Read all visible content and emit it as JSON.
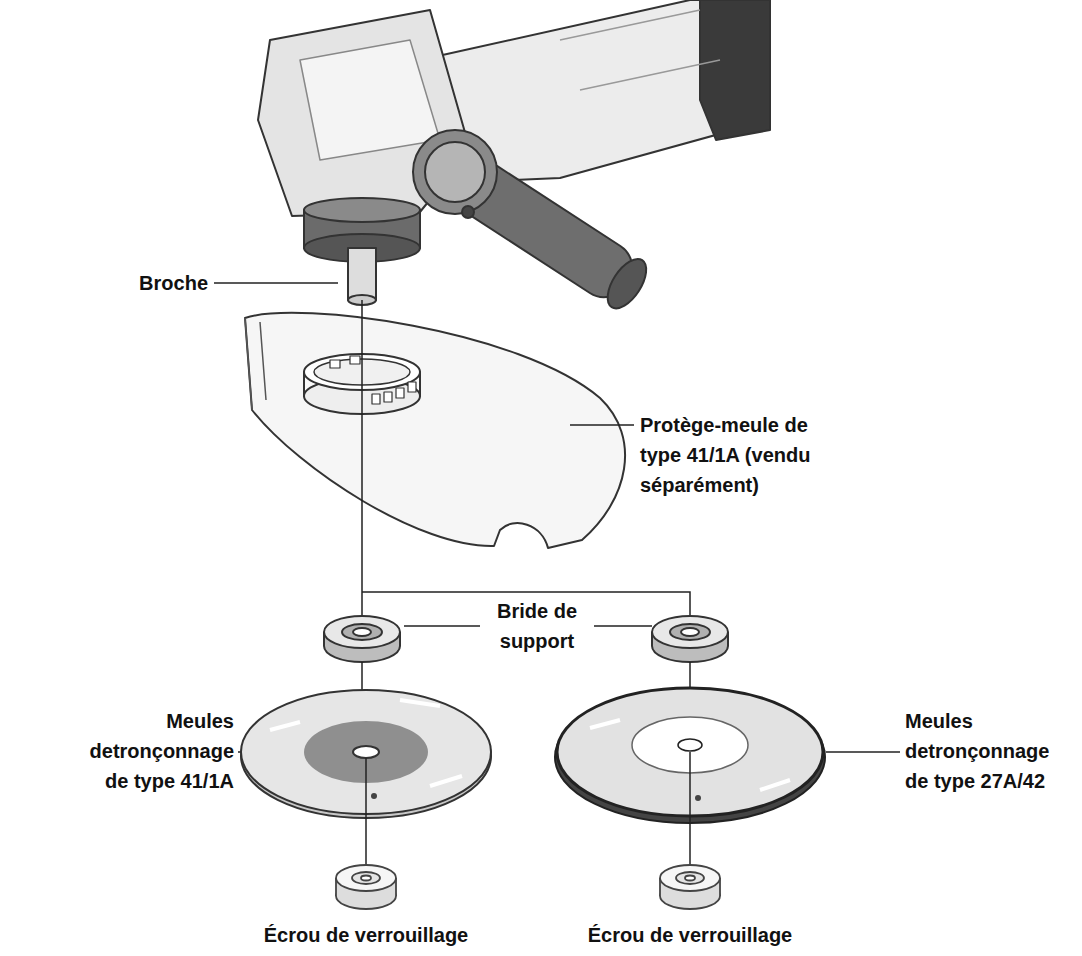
{
  "diagram": {
    "labels": [
      "Broche",
      "Protège-meule de type 41/1A (vendu séparément)",
      "Bride de support",
      "Meules detronçonnage de type 41/1A",
      "Meules detronçonnage de type 27A/42",
      "Écrou de verrouillage",
      "Écrou de verrouillage"
    ]
  }
}
